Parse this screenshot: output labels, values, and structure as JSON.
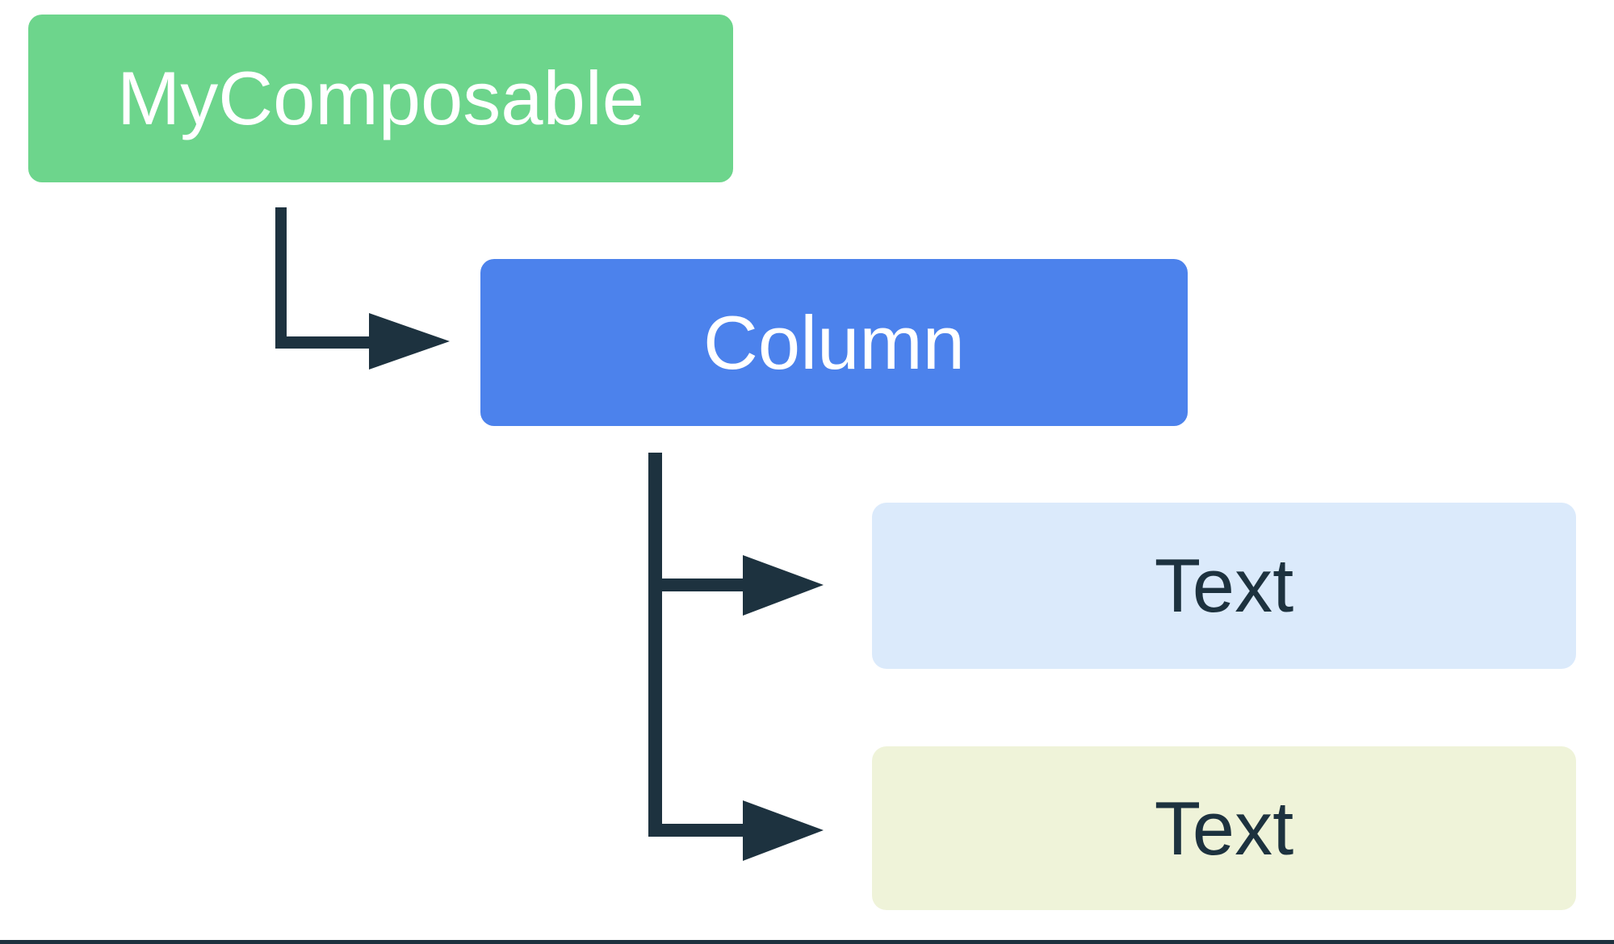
{
  "colors": {
    "canvas_bg": "#ffffff",
    "connector": "#1d323f"
  },
  "diagram": {
    "type": "tree",
    "nodes": [
      {
        "id": "my-composable",
        "label": "MyComposable",
        "fill": "#6dd58c",
        "text_color": "#ffffff"
      },
      {
        "id": "column",
        "label": "Column",
        "fill": "#4c82ec",
        "text_color": "#ffffff"
      },
      {
        "id": "text-first",
        "label": "Text",
        "fill": "#dbeafb",
        "text_color": "#1d323f"
      },
      {
        "id": "text-second",
        "label": "Text",
        "fill": "#eff3d9",
        "text_color": "#1d323f"
      }
    ],
    "edges": [
      {
        "from": "my-composable",
        "to": "column"
      },
      {
        "from": "column",
        "to": "text-first"
      },
      {
        "from": "column",
        "to": "text-second"
      }
    ]
  }
}
